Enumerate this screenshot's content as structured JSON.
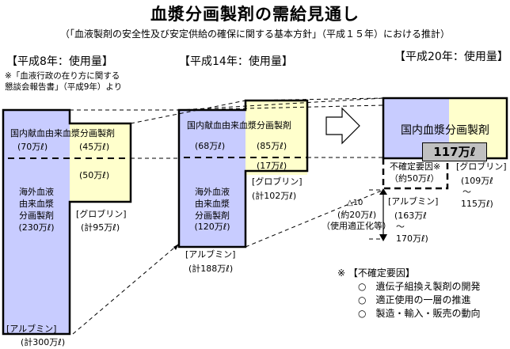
{
  "title": "血漿分画製剤の需給見通し",
  "subtitle": "（「血液製剤の安全性及び安定供給の確保に関する基本方針」（平成１５年）における推計）",
  "colors": {
    "domestic_fill": "#c8ccff",
    "globulin_fill": "#ffffcc",
    "badge_fill": "#c0c0c0",
    "outline": "#000000"
  },
  "h8": {
    "heading": "【平成8年：使用量】",
    "note_line1": "※「血液行政の在り方に関する",
    "note_line2": "懇談会報告書」（平成9年）より",
    "domestic_label": "国内献血由来血漿分画製剤",
    "albumin_domestic": "(70万ℓ)",
    "globulin_domestic": "(45万ℓ)",
    "globulin_foreign": "(50万ℓ)",
    "foreign_line1": "海外血液",
    "foreign_line2": "由来血漿",
    "foreign_line3": "分画製剤",
    "foreign_amount": "(230万ℓ)",
    "globulin_name": "[グロブリン]",
    "globulin_total": "(計95万ℓ)",
    "albumin_name": "[アルブミン]",
    "albumin_total": "(計300万ℓ)"
  },
  "h14": {
    "heading": "【平成14年：使用量】",
    "domestic_label": "国内献血由来血漿分画製剤",
    "albumin_domestic": "(68万ℓ)",
    "globulin_domestic": "(85万ℓ)",
    "globulin_foreign": "(17万ℓ)",
    "foreign_line1": "海外血液",
    "foreign_line2": "由来血漿",
    "foreign_line3": "分画製剤",
    "foreign_amount": "(120万ℓ)",
    "globulin_name": "[グロブリン]",
    "globulin_total": "(計102万ℓ)",
    "albumin_name": "[アルブミン]",
    "albumin_total": "(計188万ℓ)"
  },
  "h20": {
    "heading": "【平成20年：使用量】",
    "domestic_label": "国内血漿分画製剤",
    "domestic_amount": "117万ℓ",
    "uncertain_label": "不確定要因※",
    "uncertain_amount": "（約50万ℓ）",
    "globulin_name": "[グロブリン]",
    "globulin_range_low": "(109万ℓ",
    "globulin_tilde": "～",
    "globulin_range_high": "115万ℓ)",
    "albumin_name": "[アルブミン]",
    "albumin_range_low": "(163万ℓ",
    "albumin_tilde": "～",
    "albumin_range_high": "170万ℓ)",
    "reduction_delta": "△10",
    "reduction_amount": "(約20万ℓ)",
    "reduction_reason": "（使用適正化等）"
  },
  "legend": {
    "title": "※ 【不確定要因】",
    "items": [
      "○　遺伝子組換え製剤の開発",
      "○　適正使用の一層の推進",
      "○　製造・輸入・販売の動向"
    ]
  }
}
